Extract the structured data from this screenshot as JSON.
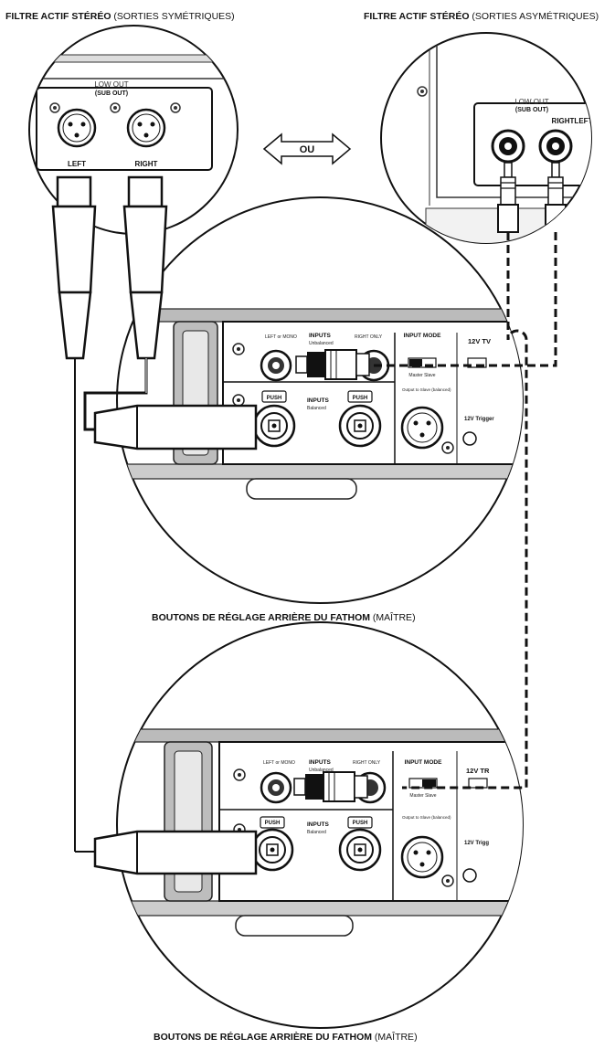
{
  "titles": {
    "balanced": {
      "bold": "FILTRE ACTIF STÉRÉO",
      "rest": " (SORTIES SYMÉTRIQUES)"
    },
    "unbalanced": {
      "bold": "FILTRE ACTIF STÉRÉO",
      "rest": " (SORTIES ASYMÉTRIQUES)"
    },
    "master": {
      "bold": "BOUTONS DE RÉGLAGE ARRIÈRE DU FATHOM",
      "rest": " (MAÎTRE)"
    },
    "slave": {
      "bold": "BOUTONS DE RÉGLAGE ARRIÈRE DU FATHOM",
      "rest": " (MAÎTRE)"
    }
  },
  "or_label": "OU",
  "balanced_panel": {
    "low_out": "LOW OUT",
    "sub_out": "(SUB OUT)",
    "left": "LEFT",
    "right": "RIGHT"
  },
  "unbalanced_panel": {
    "low_out": "LOW OUT",
    "sub_out": "(SUB OUT)",
    "right_left": "RIGHTLEFT"
  },
  "fathom_master": {
    "left_mono": "LEFT or MONO",
    "inputs": "INPUTS",
    "unbalanced": "Unbalanced",
    "right_only": "RIGHT ONLY",
    "input_mode": "INPUT MODE",
    "trigger_top": "12V TV",
    "master_slave": "Master Slave",
    "push_left": "PUSH",
    "push_right": "PUSH",
    "inputs_balanced": "INPUTS",
    "balanced": "Balanced",
    "output_slave": "Output to Slave (balanced)",
    "trigger_bottom": "12V Trigger"
  },
  "fathom_slave": {
    "left_mono": "LEFT or MONO",
    "inputs": "INPUTS",
    "unbalanced": "Unbalanced",
    "right_only": "RIGHT ONLY",
    "input_mode": "INPUT MODE",
    "trigger_top": "12V TR",
    "master_slave": "Master Slave",
    "push_left": "PUSH",
    "push_right": "PUSH",
    "inputs_balanced": "INPUTS",
    "balanced": "Balanced",
    "output_slave": "Output to Slave (balanced)",
    "trigger_bottom": "12V Trigg"
  }
}
